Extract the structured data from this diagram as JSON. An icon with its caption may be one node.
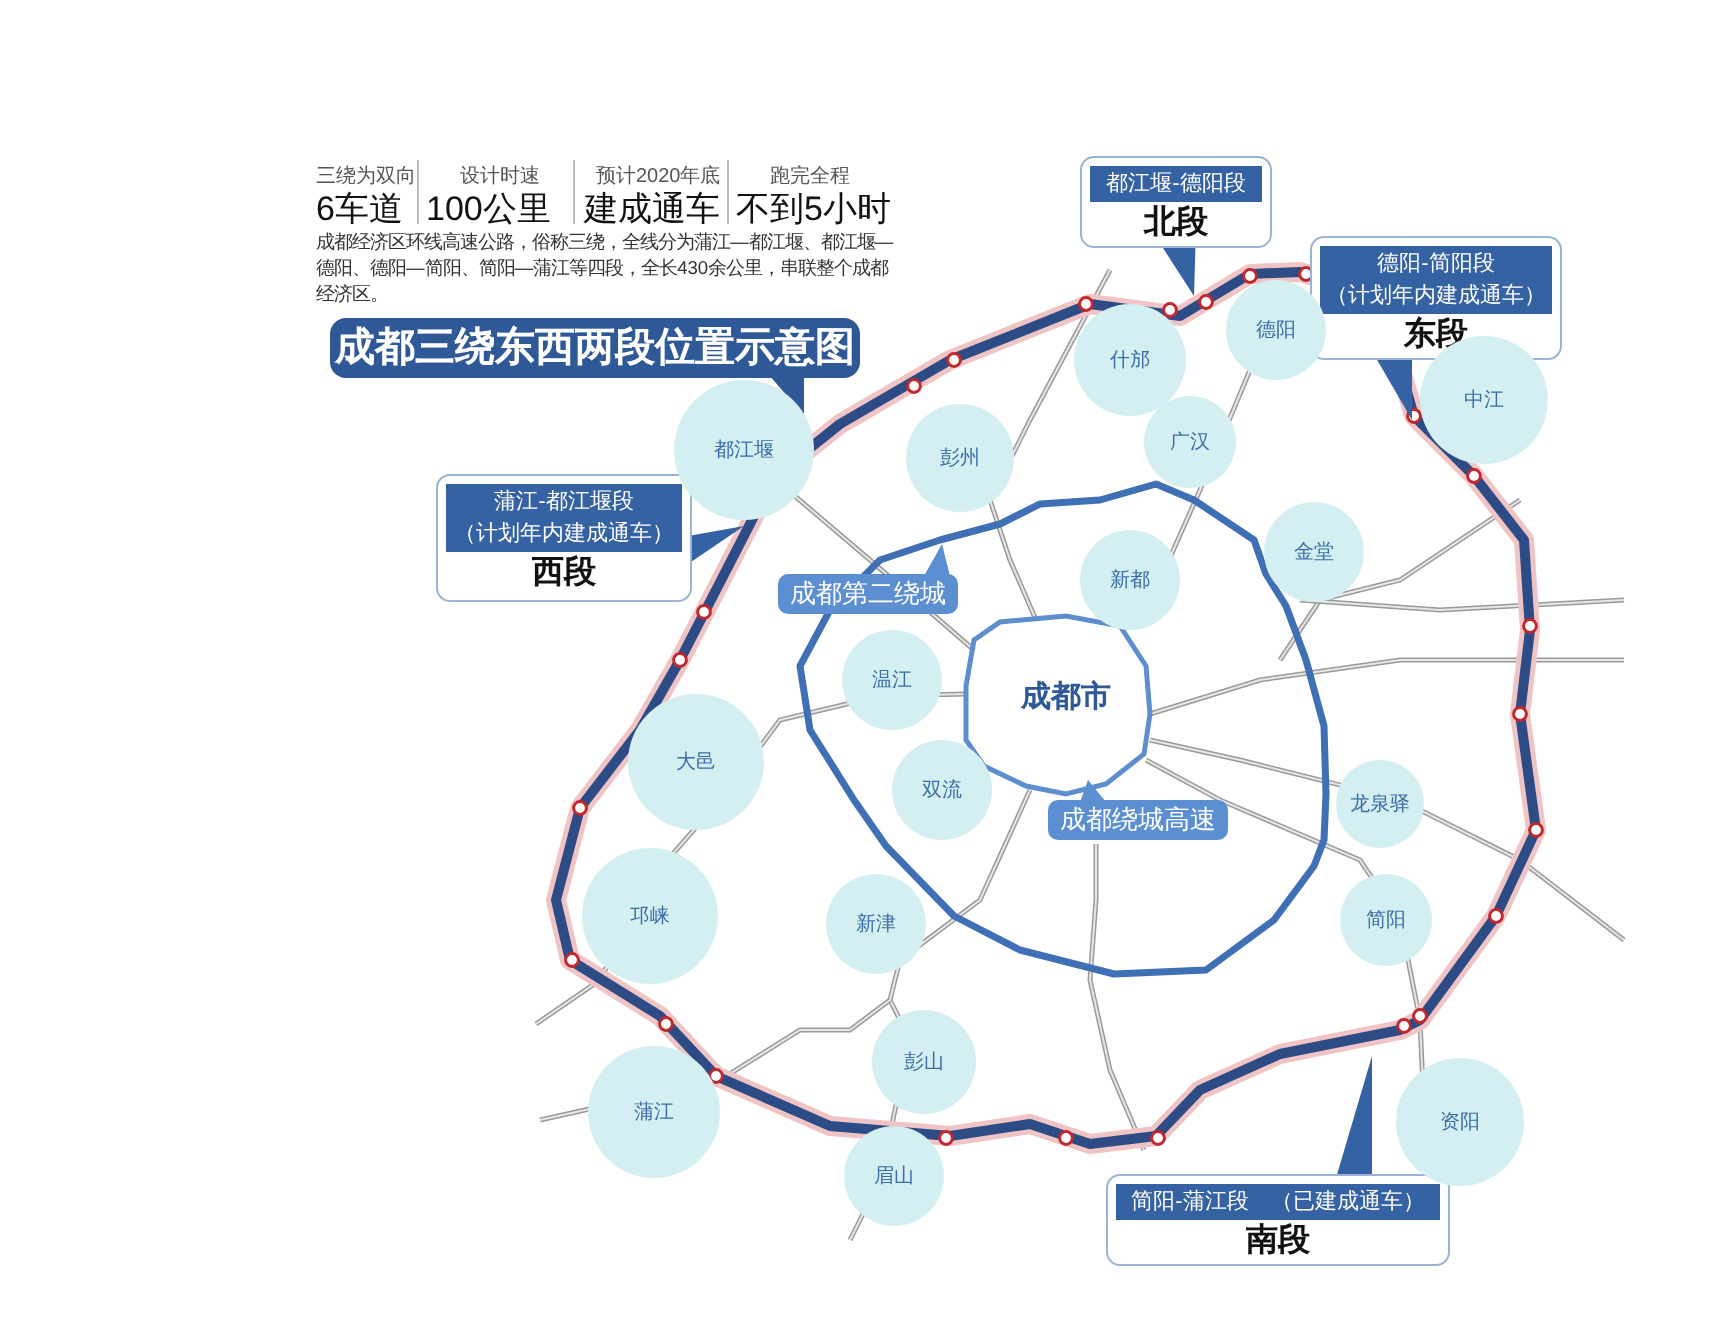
{
  "diagram": {
    "title": "成都三绕东西两段位置示意图",
    "nodes": [
      {
        "text": [
          "都江堰-德阳段",
          "北段"
        ]
      },
      {
        "text": [
          "德阳-简阳段",
          "（计划年内建成通车）",
          "东段"
        ]
      },
      {
        "text": [
          "蒲江-都江堰段",
          "（计划年内建成通车）",
          "西段"
        ]
      },
      {
        "text": [
          "简阳-蒲江段　（已建成通车）",
          "南段"
        ]
      },
      {
        "text": [
          "什邡"
        ]
      },
      {
        "text": [
          "德阳"
        ]
      },
      {
        "text": [
          "中江"
        ]
      },
      {
        "text": [
          "都江堰"
        ]
      },
      {
        "text": [
          "彭州"
        ]
      },
      {
        "text": [
          "广汉"
        ]
      },
      {
        "text": [
          "金堂"
        ]
      },
      {
        "text": [
          "新都"
        ]
      },
      {
        "text": [
          "成都第二绕城"
        ]
      },
      {
        "text": [
          "温江"
        ]
      },
      {
        "text": [
          "成都市"
        ]
      },
      {
        "text": [
          "大邑"
        ]
      },
      {
        "text": [
          "双流"
        ]
      },
      {
        "text": [
          "龙泉驿"
        ]
      },
      {
        "text": [
          "成都绕城高速"
        ]
      },
      {
        "text": [
          "邛崃"
        ]
      },
      {
        "text": [
          "新津"
        ]
      },
      {
        "text": [
          "简阳"
        ]
      },
      {
        "text": [
          "彭山"
        ]
      },
      {
        "text": [
          "蒲江"
        ]
      },
      {
        "text": [
          "资阳"
        ]
      },
      {
        "text": [
          "眉山"
        ]
      }
    ],
    "labels": [
      "三绕为双向",
      "6车道",
      "设计时速",
      "100公里",
      "预计2020年底",
      "建成通车",
      "跑完全程",
      "不到5小时",
      "成都经济区环线高速公路，俗称三绕，全线分为蒲江—都江堰、都江堰—德阳、德阳—简阳、简阳—蒲江等四段，全长430余公里，串联整个成都经济区。"
    ]
  }
}
